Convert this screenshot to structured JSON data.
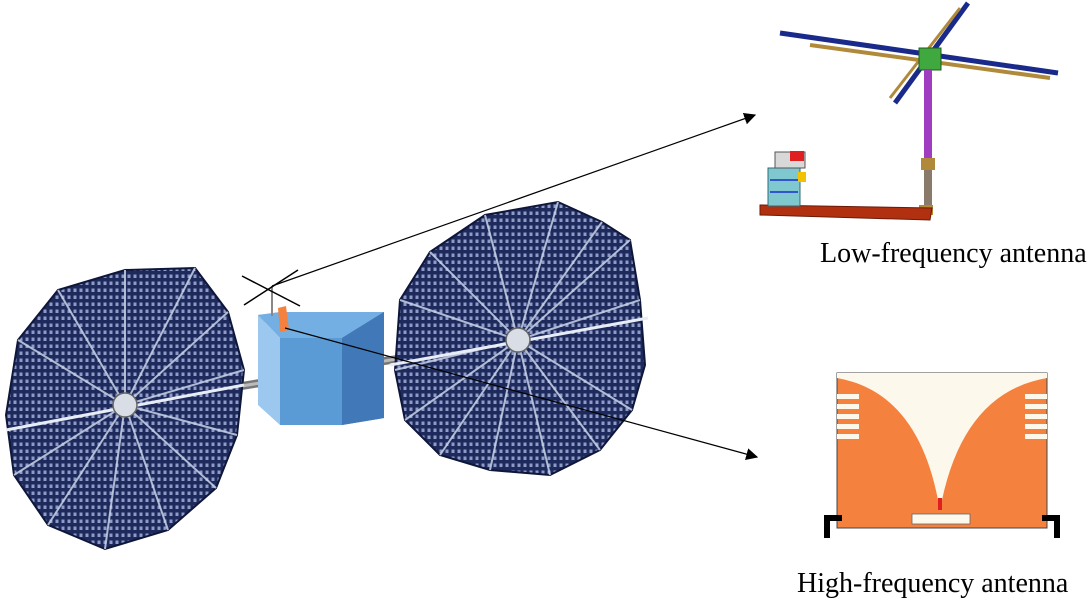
{
  "captions": {
    "low_frequency": "Low-frequency antenna",
    "high_frequency": "High-frequency antenna"
  },
  "colors": {
    "solar_panel": "#1e2a5c",
    "solar_rib": "#c9d3e8",
    "cube_front": "#5b9bd5",
    "cube_side": "#4178b8",
    "cube_top": "#6ea8de",
    "vivaldi_orange": "#f4823e",
    "vivaldi_slot": "#fdf8ec",
    "dipole_blue": "#1a2a8a",
    "dipole_gold": "#b08a3a",
    "mast_purple": "#a03cc0",
    "base_red": "#b03010"
  },
  "icons": {
    "satellite": "satellite-diagram",
    "low_antenna": "crossed-dipole-antenna-model",
    "high_antenna": "vivaldi-antenna-layout"
  }
}
